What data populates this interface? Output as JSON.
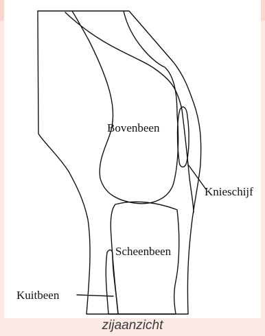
{
  "labels": {
    "femur": "Bovenbeen",
    "patella": "Knieschijf",
    "tibia": "Scheenbeen",
    "fibula": "Kuitbeen"
  },
  "caption": "zijaanzicht",
  "colors": {
    "background": "#fde9e6",
    "panel": "#ffffff",
    "line": "#111111",
    "caption": "#3a3a3a"
  }
}
